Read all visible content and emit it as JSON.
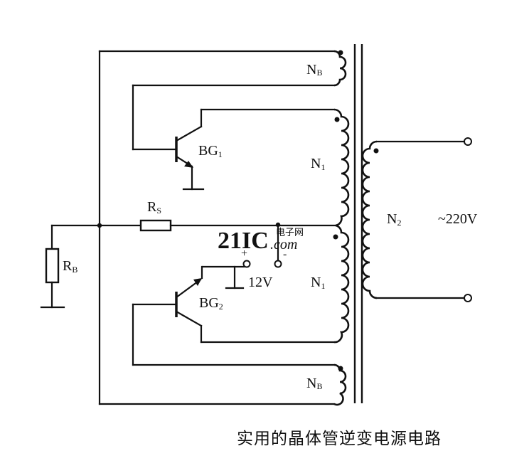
{
  "labels": {
    "nb_top": "N",
    "nb_top_sub": "B",
    "n1_top": "N",
    "n1_top_sub": "1",
    "n1_bottom": "N",
    "n1_bottom_sub": "1",
    "nb_bottom": "N",
    "nb_bottom_sub": "B",
    "n2": "N",
    "n2_sub": "2",
    "bg1": "BG",
    "bg1_sub": "1",
    "bg2": "BG",
    "bg2_sub": "2",
    "rs": "R",
    "rs_sub": "S",
    "rb": "R",
    "rb_sub": "B",
    "supply_voltage": "12V",
    "supply_plus": "+",
    "supply_minus": "-",
    "output_voltage": "~220V"
  },
  "watermark": {
    "logo": "21IC",
    "top": "电子网",
    "bottom": ".com"
  },
  "caption": "实用的晶体管逆变电源电路"
}
